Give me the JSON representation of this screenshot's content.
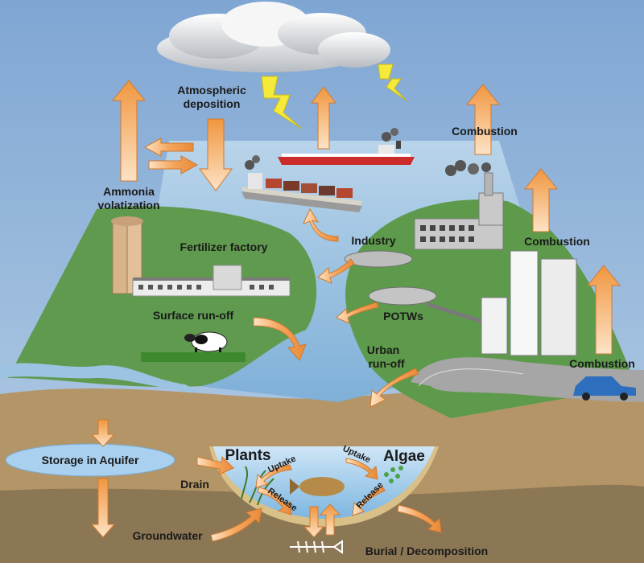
{
  "labels": {
    "atmospheric_deposition_line1": "Atmospheric",
    "atmospheric_deposition_line2": "deposition",
    "ammonia_line1": "Ammonia",
    "ammonia_line2": "volatization",
    "combustion_top": "Combustion",
    "combustion_mid": "Combustion",
    "combustion_car": "Combustion",
    "fertilizer_factory": "Fertilizer factory",
    "industry": "Industry",
    "surface_runoff": "Surface run-off",
    "potws": "POTWs",
    "urban_runoff_line1": "Urban",
    "urban_runoff_line2": "run-off",
    "storage_aquifer": "Storage in Aquifer",
    "drain": "Drain",
    "groundwater": "Groundwater",
    "plants": "Plants",
    "algae": "Algae",
    "uptake_left": "Uptake",
    "uptake_right": "Uptake",
    "release_left": "Release",
    "release_right": "Release",
    "burial": "Burial / Decomposition"
  },
  "colors": {
    "sky": "#8fb3d9",
    "land_green": "#5e9a4c",
    "water": "#8db8d8",
    "soil": "#b89a6a",
    "arrow_fill": "#f5a55c",
    "arrow_light": "#fde3c6",
    "lightning": "#f5e93a"
  }
}
